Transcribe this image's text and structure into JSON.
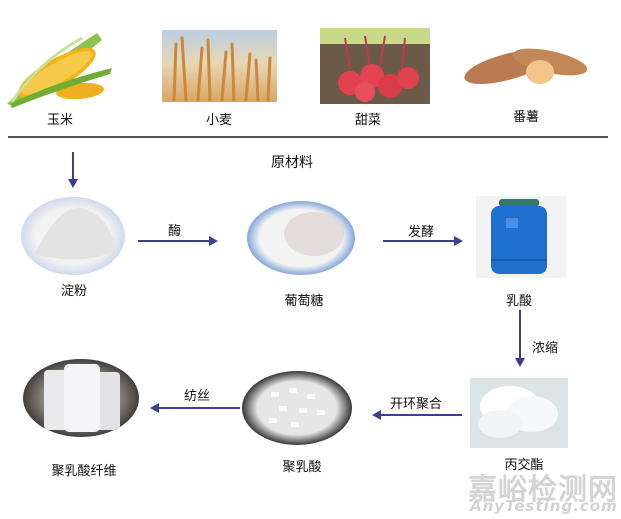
{
  "raw_materials": {
    "title": "原材料",
    "items": [
      {
        "label": "玉米",
        "icon": "corn-image"
      },
      {
        "label": "小麦",
        "icon": "wheat-image"
      },
      {
        "label": "甜菜",
        "icon": "beet-image"
      },
      {
        "label": "番薯",
        "icon": "sweet-potato-image"
      }
    ]
  },
  "process": {
    "nodes": [
      {
        "id": "starch",
        "label": "淀粉",
        "icon": "starch-powder-image"
      },
      {
        "id": "glucose",
        "label": "葡萄糖",
        "icon": "glucose-image"
      },
      {
        "id": "lactic_acid",
        "label": "乳酸",
        "icon": "blue-barrel-image"
      },
      {
        "id": "lactide",
        "label": "丙交酯",
        "icon": "lactide-crystal-image"
      },
      {
        "id": "pla",
        "label": "聚乳酸",
        "icon": "pla-pellets-image"
      },
      {
        "id": "pla_fiber",
        "label": "聚乳酸纤维",
        "icon": "fiber-spools-image"
      }
    ],
    "steps": [
      {
        "from": "starch",
        "to": "glucose",
        "label": "酶"
      },
      {
        "from": "glucose",
        "to": "lactic_acid",
        "label": "发酵"
      },
      {
        "from": "lactic_acid",
        "to": "lactide",
        "label": "浓缩"
      },
      {
        "from": "lactide",
        "to": "pla",
        "label": "开环聚合"
      },
      {
        "from": "pla",
        "to": "pla_fiber",
        "label": "纺丝"
      }
    ],
    "arrow_color": "#3b3f8f"
  },
  "watermark": {
    "cn": "嘉峪检测网",
    "en": "AnyTesting.com"
  }
}
